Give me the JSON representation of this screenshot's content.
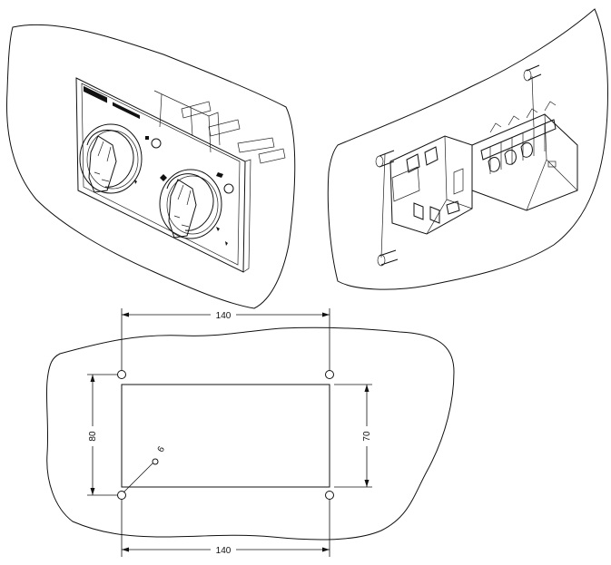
{
  "drawing": {
    "views": [
      "front-isometric",
      "rear-isometric",
      "panel-cutout-plan"
    ],
    "colors": {
      "line": "#111111",
      "background": "#ffffff"
    }
  },
  "dimensions": {
    "top_width": "140",
    "bottom_width": "140",
    "left_height": "80",
    "right_height": "70",
    "hole_diameter": "6"
  }
}
